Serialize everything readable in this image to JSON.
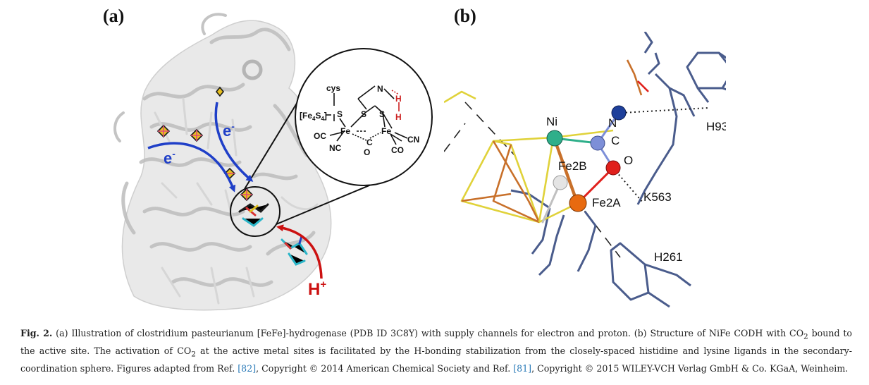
{
  "panel_a": {
    "label": "(a)",
    "electron_label_1": "e",
    "electron_label_2": "e",
    "electron_sup": "-",
    "proton_label": "H",
    "proton_sup": "+",
    "inset": {
      "cys": "cys",
      "fe4s4": "[Fe",
      "fe4s4_sub1": "4",
      "fe4s4_mid": "S",
      "fe4s4_sub2": "4",
      "fe4s4_end": "]",
      "s_left": "S",
      "s_mid1": "S",
      "s_mid2": "S",
      "n": "N",
      "h1": "H",
      "h2": "H",
      "fe1": "Fe",
      "fe2": "Fe",
      "oc": "OC",
      "nc": "NC",
      "cn": "CN",
      "co": "CO",
      "bridge_c": "C",
      "bridge_o": "O"
    }
  },
  "panel_b": {
    "label": "(b)",
    "atoms": {
      "ni": "Ni",
      "n": "N",
      "c": "C",
      "o": "O",
      "fe2b": "Fe2B",
      "fe2a": "Fe2A"
    },
    "residues": {
      "h93": "H93",
      "k563": "K563",
      "h261": "H261"
    }
  },
  "colors": {
    "electron_arrow": "#1f3fc8",
    "proton_arrow": "#cc1111",
    "ni_atom": "#2eaf8a",
    "n_atom": "#1e3f9a",
    "c_atom": "#7d8fd8",
    "o_atom": "#e0201c",
    "fe2a_atom": "#e86a10",
    "fe2b_atom": "#e4e4e4",
    "stick_blue": "#4a5c8c",
    "stick_yellow": "#e0d23a",
    "stick_orange": "#c8702a",
    "reference_link": "#2a7ab8"
  },
  "caption": {
    "fig_num": "Fig. 2.",
    "part1": " (a) Illustration of clostridium pasteurianum [FeFe]-hydrogenase (PDB ID 3C8Y) with supply channels for electron and proton. (b) Structure of NiFe CODH with CO",
    "sub1": "2",
    "part2": " bound to the active site. The activation of CO",
    "sub2": "2",
    "part3": " at the active metal sites is facilitated by the H-bonding stabilization from the closely-spaced histidine and lysine ligands in the secondary-coordination sphere. Figures adapted from Ref. ",
    "ref1": "[82]",
    "part4": ", Copyright © 2014 American Chemical Society and Ref. ",
    "ref2": "[81]",
    "part5": ", Copyright © 2015 WILEY-VCH Verlag GmbH & Co. KGaA, Weinheim."
  }
}
